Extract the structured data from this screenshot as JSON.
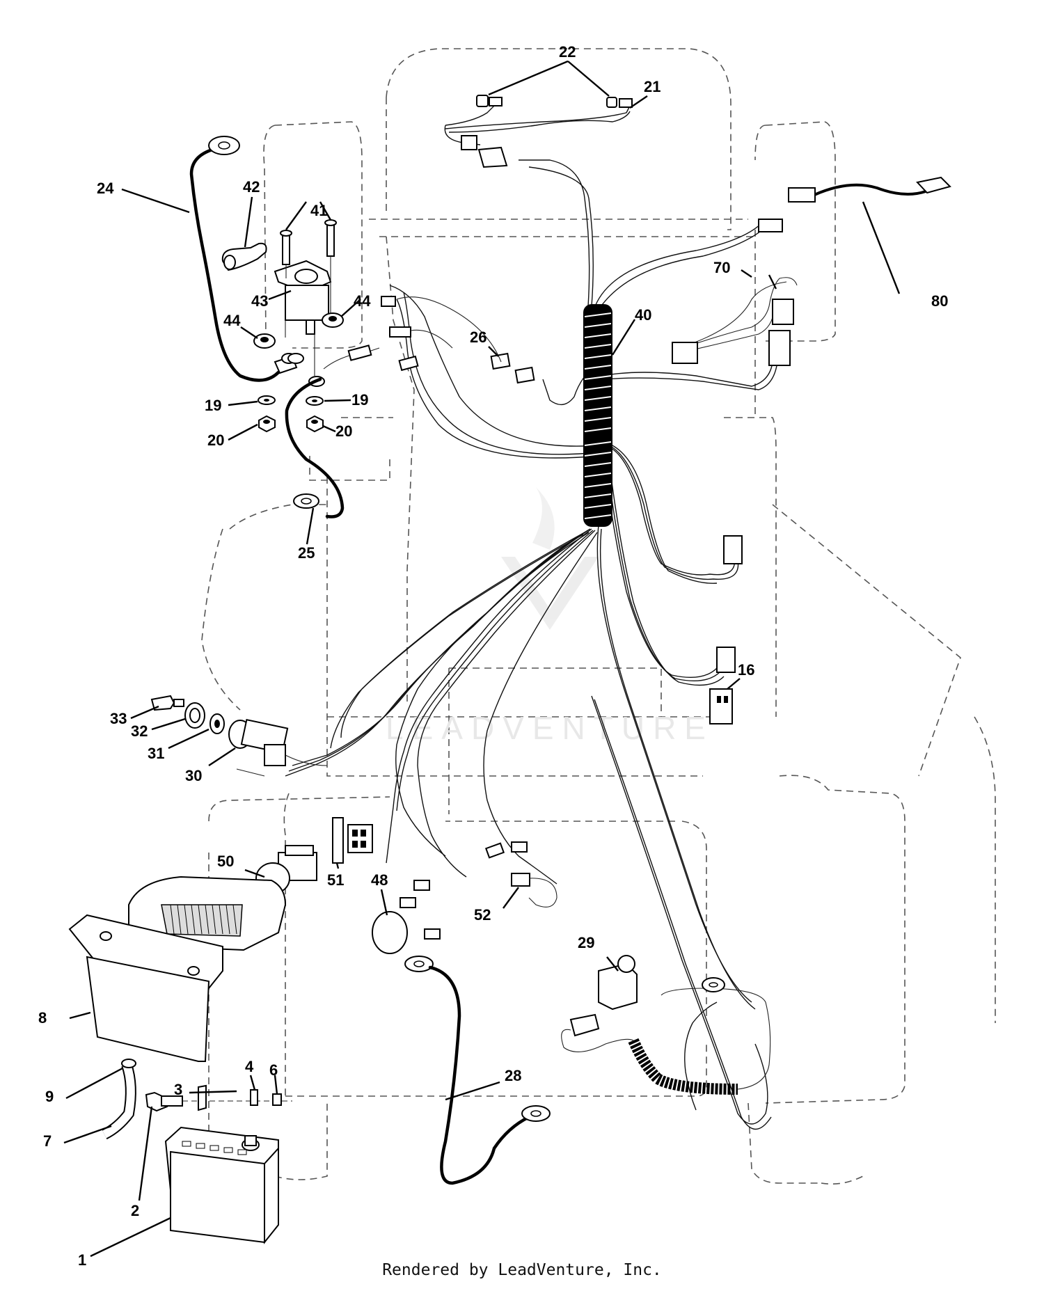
{
  "watermark": {
    "text": "LEADVENTURE",
    "color": "#e6e6e6"
  },
  "footer": {
    "credit": "Rendered by LeadVenture, Inc."
  },
  "callouts": [
    {
      "key": "c1",
      "label": "1"
    },
    {
      "key": "c2",
      "label": "2"
    },
    {
      "key": "c3",
      "label": "3"
    },
    {
      "key": "c4",
      "label": "4"
    },
    {
      "key": "c6",
      "label": "6"
    },
    {
      "key": "c7",
      "label": "7"
    },
    {
      "key": "c8",
      "label": "8"
    },
    {
      "key": "c9",
      "label": "9"
    },
    {
      "key": "c16",
      "label": "16"
    },
    {
      "key": "c19a",
      "label": "19"
    },
    {
      "key": "c19b",
      "label": "19"
    },
    {
      "key": "c20a",
      "label": "20"
    },
    {
      "key": "c20b",
      "label": "20"
    },
    {
      "key": "c21",
      "label": "21"
    },
    {
      "key": "c22",
      "label": "22"
    },
    {
      "key": "c24",
      "label": "24"
    },
    {
      "key": "c25",
      "label": "25"
    },
    {
      "key": "c26",
      "label": "26"
    },
    {
      "key": "c28",
      "label": "28"
    },
    {
      "key": "c29",
      "label": "29"
    },
    {
      "key": "c30",
      "label": "30"
    },
    {
      "key": "c31",
      "label": "31"
    },
    {
      "key": "c32",
      "label": "32"
    },
    {
      "key": "c33",
      "label": "33"
    },
    {
      "key": "c40",
      "label": "40"
    },
    {
      "key": "c41",
      "label": "41"
    },
    {
      "key": "c42",
      "label": "42"
    },
    {
      "key": "c43",
      "label": "43"
    },
    {
      "key": "c44a",
      "label": "44"
    },
    {
      "key": "c44b",
      "label": "44"
    },
    {
      "key": "c48",
      "label": "48"
    },
    {
      "key": "c50",
      "label": "50"
    },
    {
      "key": "c51",
      "label": "51"
    },
    {
      "key": "c52",
      "label": "52"
    },
    {
      "key": "c70",
      "label": "70"
    },
    {
      "key": "c80",
      "label": "80"
    }
  ]
}
